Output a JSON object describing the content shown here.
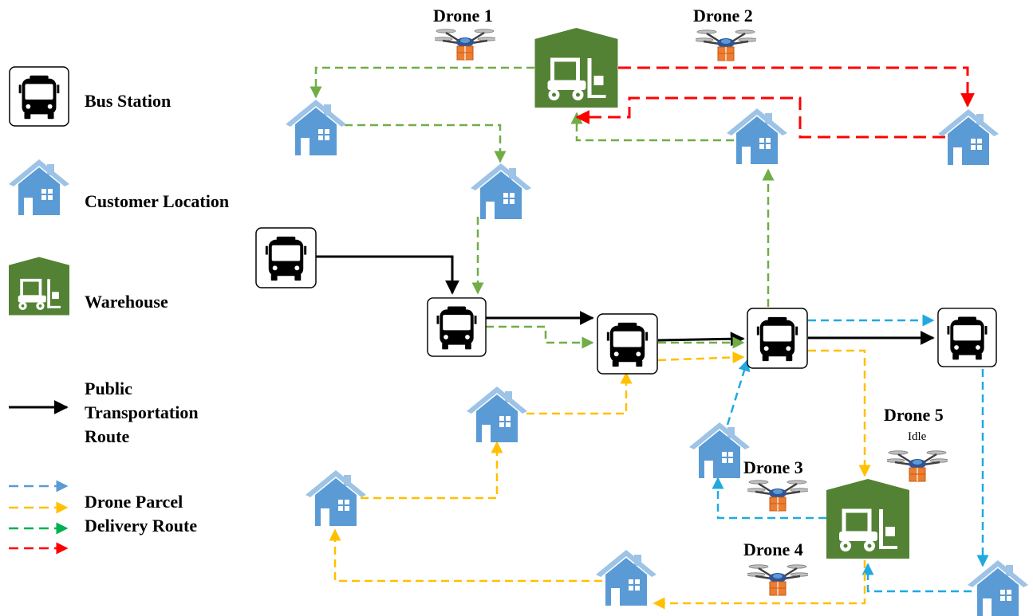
{
  "legend": {
    "bus_station": "Bus Station",
    "customer_location": "Customer Location",
    "warehouse": "Warehouse",
    "public_route": [
      "Public",
      "Transportation",
      "Route"
    ],
    "drone_route": [
      "Drone Parcel",
      "Delivery Route"
    ]
  },
  "drones": {
    "d1": "Drone 1",
    "d2": "Drone 2",
    "d3": "Drone 3",
    "d4": "Drone 4",
    "d5": "Drone 5",
    "d5_status": "Idle"
  },
  "colors": {
    "house": "#5b9bd5",
    "house_roof": "#9dc3e6",
    "warehouse": "#548235",
    "bus_route": "#000000",
    "blue_route": "#1fa9e1",
    "yellow_route": "#ffc000",
    "green_route": "#70ad47",
    "red_route": "#ff0000",
    "legend_green": "#00b050"
  },
  "icons": {
    "bus": "bus-icon",
    "house": "house-icon",
    "warehouse": "warehouse-forklift-icon",
    "drone": "drone-with-parcel-icon"
  }
}
